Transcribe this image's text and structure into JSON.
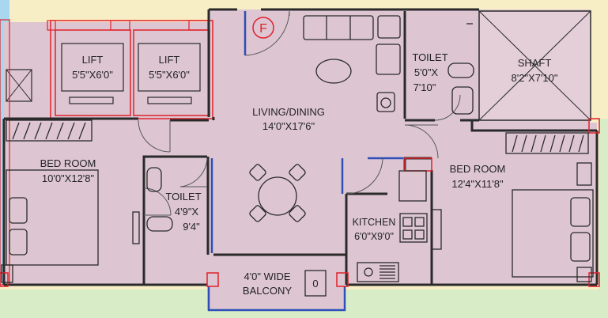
{
  "colors": {
    "floor": "#ddc6d2",
    "wall": "#2a2a2a",
    "red_line": "#e0202a",
    "blue_line": "#2e4fb8",
    "sky": "#a9d7ef",
    "grass": "#d7ecc7",
    "sand": "#f8eec6"
  },
  "marker": "F",
  "lifts": [
    {
      "label": "LIFT",
      "size": "5'5\"X6'0\""
    },
    {
      "label": "LIFT",
      "size": "5'5\"X6'0\""
    }
  ],
  "rooms": {
    "living": {
      "name": "LIVING/DINING",
      "size": "14'0\"X17'6\""
    },
    "toilet_top": {
      "name": "TOILET",
      "size_a": "5'0\"X",
      "size_b": "7'10\""
    },
    "shaft": {
      "name": "SHAFT",
      "size": "8'2\"X7'10\""
    },
    "bed_left": {
      "name": "BED ROOM",
      "size": "10'0\"X12'8\""
    },
    "toilet_left": {
      "name": "TOILET",
      "size_a": "4'9\"X",
      "size_b": "9'4\""
    },
    "bed_right": {
      "name": "BED ROOM",
      "size": "12'4\"X11'8\""
    },
    "kitchen": {
      "name": "KITCHEN",
      "size": "6'0\"X9'0\""
    },
    "balcony": {
      "name_a": "4'0\" WIDE",
      "name_b": "BALCONY"
    }
  },
  "fixture_label": "0"
}
